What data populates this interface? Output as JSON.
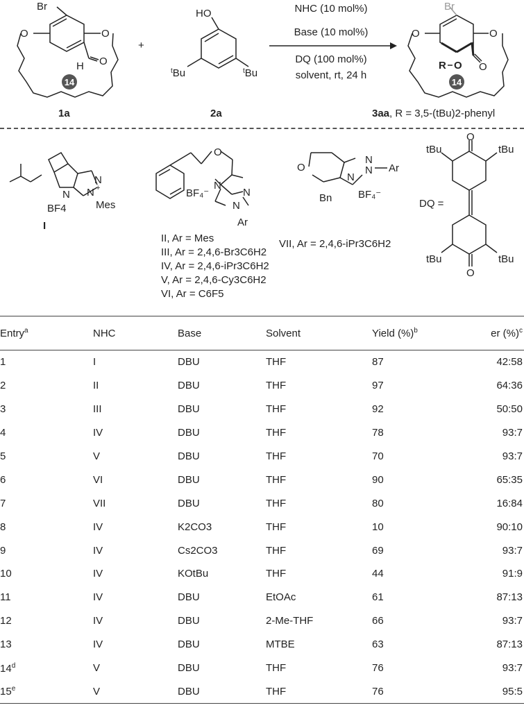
{
  "scheme": {
    "sm1": {
      "substituent": "Br",
      "ring_size": "14",
      "compound_label": "1a"
    },
    "sm2": {
      "label": "2a"
    },
    "plus": "+",
    "conditions": [
      "NHC (10 mol%)",
      "Base (10 mol%)",
      "DQ (100 mol%)",
      "solvent, rt, 24 h"
    ],
    "product": {
      "substituent": "Br",
      "ring_size": "14",
      "compound_label": "3aa",
      "r_definition": ", R = 3,5-(tBu)2-phenyl"
    }
  },
  "catalysts": {
    "I": {
      "label": "I",
      "counterion": "BF4",
      "n_substituent": "Mes"
    },
    "II_VI_variants": [
      "II, Ar = Mes",
      "III, Ar = 2,4,6-Br3C6H2",
      "IV, Ar = 2,4,6-iPr3C6H2",
      "V, Ar = 2,4,6-Cy3C6H2",
      "VI, Ar = C6F5"
    ],
    "VII": "VII, Ar = 2,4,6-iPr3C6H2",
    "dq_label": "DQ ="
  },
  "table": {
    "headers": [
      "Entry",
      "NHC",
      "Base",
      "Solvent",
      "Yield (%)",
      "er (%)"
    ],
    "header_footnotes": [
      "a",
      "",
      "",
      "",
      "b",
      "c"
    ],
    "rows": [
      [
        "1",
        "I",
        "DBU",
        "THF",
        "87",
        "42:58"
      ],
      [
        "2",
        "II",
        "DBU",
        "THF",
        "97",
        "64:36"
      ],
      [
        "3",
        "III",
        "DBU",
        "THF",
        "92",
        "50:50"
      ],
      [
        "4",
        "IV",
        "DBU",
        "THF",
        "78",
        "93:7"
      ],
      [
        "5",
        "V",
        "DBU",
        "THF",
        "70",
        "93:7"
      ],
      [
        "6",
        "VI",
        "DBU",
        "THF",
        "90",
        "65:35"
      ],
      [
        "7",
        "VII",
        "DBU",
        "THF",
        "80",
        "16:84"
      ],
      [
        "8",
        "IV",
        "K2CO3",
        "THF",
        "10",
        "90:10"
      ],
      [
        "9",
        "IV",
        "Cs2CO3",
        "THF",
        "69",
        "93:7"
      ],
      [
        "10",
        "IV",
        "KOtBu",
        "THF",
        "44",
        "91:9"
      ],
      [
        "11",
        "IV",
        "DBU",
        "EtOAc",
        "61",
        "87:13"
      ],
      [
        "12",
        "IV",
        "DBU",
        "2-Me-THF",
        "66",
        "93:7"
      ],
      [
        "13",
        "IV",
        "DBU",
        "MTBE",
        "63",
        "87:13"
      ],
      [
        "14",
        "V",
        "DBU",
        "THF",
        "76",
        "93:7"
      ],
      [
        "15",
        "V",
        "DBU",
        "THF",
        "76",
        "95:5"
      ]
    ],
    "row_footnotes": [
      "",
      "",
      "",
      "",
      "",
      "",
      "",
      "",
      "",
      "",
      "",
      "",
      "",
      "d",
      "e"
    ]
  }
}
